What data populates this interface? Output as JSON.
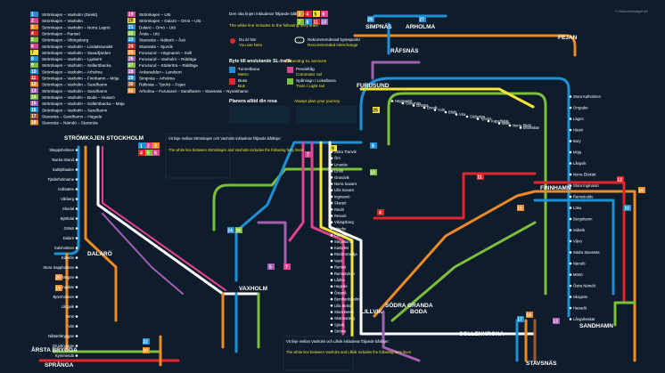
{
  "colors": {
    "background": "#0e1c2b",
    "red": "#e2262b",
    "orange": "#f08a24",
    "yellow": "#f6e43a",
    "green": "#7bbf3a",
    "blue": "#1e90d6",
    "pink": "#e0438f",
    "purple": "#a45fb3",
    "brown": "#a35a2a",
    "grey": "#9aa3ad",
    "white": "#ffffff"
  },
  "credit": "© Waxholmsbolaget AB",
  "legend": {
    "routes_left": [
      {
        "n": "1",
        "name": "Strömkajen – Vaxholm (Direkt)"
      },
      {
        "n": "2",
        "name": "Strömkajen – Vaxholm"
      },
      {
        "n": "3",
        "name": "Strömkajen – Vaxholm – Norra Lagnö"
      },
      {
        "n": "4",
        "name": "Strömkajen – Ramsö"
      },
      {
        "n": "5",
        "name": "Strömkajen – Vikingsborg"
      },
      {
        "n": "6",
        "name": "Strömkajen – Vaxholm – Lindalssundet"
      },
      {
        "n": "7",
        "name": "Strömkajen – Vaxholm – Saxarfjärden"
      },
      {
        "n": "8",
        "name": "Strömkajen – Vaxholm – Ljusterö"
      },
      {
        "n": "9",
        "name": "Strömkajen – Vaxholm – Solleröbacka"
      },
      {
        "n": "10",
        "name": "Strömkajen – Vaxholm – Arholma"
      },
      {
        "n": "11",
        "name": "Strömkajen – Vaxholm – Finnhamn – Möja"
      },
      {
        "n": "12",
        "name": "Strömkajen – Vaxholm – Sandhamn"
      },
      {
        "n": "13",
        "name": "Strömkajen – Vaxholm – Sandhamn"
      },
      {
        "n": "14",
        "name": "Strömkajen – Vaxholm – Boda – Husarö"
      },
      {
        "n": "15",
        "name": "Strömkajen – Vaxholm – Solleröbacka – Möja"
      },
      {
        "n": "16",
        "name": "Strömkajen – Vaxholm – Sandhamn"
      },
      {
        "n": "17",
        "name": "Stavsnäs – Sandhamn – Hagede"
      },
      {
        "n": "18",
        "name": "Stavsnäs – Nämdö – Stavsnäs"
      }
    ],
    "routes_mid": [
      {
        "n": "19",
        "name": "Strömkajen – Utö"
      },
      {
        "n": "20",
        "name": "Strömkajen – Dalarö – Ornö – Utö"
      },
      {
        "n": "21",
        "name": "Dalarö – Ornö – Utö"
      },
      {
        "n": "22",
        "name": "Årsta – Utö"
      },
      {
        "n": "23",
        "name": "Stavsnäs – Nättarö – Åsö"
      },
      {
        "n": "24",
        "name": "Stavsnäs – Sjurvik"
      },
      {
        "n": "25",
        "name": "Furusund – Högmarsö – Svill"
      },
      {
        "n": "26",
        "name": "Furusund – Vaxholm – Riddöga"
      },
      {
        "n": "27",
        "name": "Furusund – Söderöra – Riddöga"
      },
      {
        "n": "28",
        "name": "Ankaradden – Landsort"
      },
      {
        "n": "29",
        "name": "Simpnäs – Arholma"
      },
      {
        "n": "30",
        "name": "Räfsnäs – Tjockö – Fejan"
      },
      {
        "n": "31",
        "name": "Arholma – Furusund – Sandhamn – Stavsnäs – Nynäshamn"
      }
    ],
    "ferry_head": "Den vita linjen inkluderar följande båtlinjer:",
    "ferry_sub": "The white line includes to the following ferry lines:",
    "you_are_here": "Du är här",
    "you_are_here_en": "You are here",
    "interchange": "Rekommenderad bytespunkt",
    "interchange_en": "Recommended interchange",
    "connect_head": "Byte till anslutande SL-trafik",
    "connect_sub": "Connecting SL services",
    "metro": "Tunnelbana",
    "metro_en": "Metro",
    "bus": "Buss",
    "bus_en": "Bus",
    "commuter": "Pendeltåg",
    "commuter_en": "Commuter rail",
    "tram": "Spårvagn / Lokalbana",
    "tram_en": "Tram / Light rail",
    "plan_head": "Planera alltid din resa",
    "plan_sub": "Always plan your journey"
  },
  "hubs": {
    "stromkajen": "STRÖMKAJEN STOCKHOLM",
    "vaxholm": "VAXHOLM",
    "dalaro": "DALARÖ",
    "arsta_brygga": "ÅRSTA BRYGGA",
    "spranga": "SPRÅNGA",
    "furusund": "FURUSUND",
    "rafsnas": "RÅFSNÄS",
    "simpnas": "SIMPNÄS",
    "arholma": "ARHOLMA",
    "fejan": "FEJAN",
    "finnhamn": "FINNHAMN",
    "sandhamn": "SANDHAMN",
    "sollenkroka": "SOLLENKROKA",
    "stavsnas": "STAVSNÄS",
    "boda": "BODA",
    "lillvik": "LILLVIK",
    "sodra_granda": "SÖDRA GRANDA"
  },
  "notes": {
    "top": "Vit linje mellan Strömkajen och Vaxholm inkluderar följande båtlinjer:",
    "top_en": "The white line between Strömkajen and Vaxholm includes the following ferry lines:",
    "bottom": "Vit linje mellan Vaxholm och Lillvik inkluderar följande båtlinjer:",
    "bottom_en": "The white line between Vaxholm and Lillvik includes the following ferry lines:"
  },
  "stops": {
    "left": [
      "Skeppsholmen",
      "Nacka strand",
      "Saltsjöbaden",
      "Fjäderholmarna",
      "Kolbotten",
      "Vårberg",
      "Ekedal",
      "Björkdal",
      "Gräsö",
      "Dalarö",
      "Kalvholmen",
      "Edesön",
      "Stora Sappholmen",
      "Lillängen",
      "Ljungskär",
      "Björnholmen",
      "Långvik",
      "Ornö",
      "Utö",
      "Nåttaröbryggan",
      "Gruvbryggan",
      "Kymmendö"
    ],
    "center": [
      "Stora Tranvik",
      "Örn",
      "Linanäs",
      "Lindö",
      "Grundvik",
      "Norra Saxarö",
      "Lilla Saxarö",
      "Ingmarsö",
      "Skarpö",
      "Rindö",
      "Resarö",
      "Vikingsborg",
      "Ytterby",
      "Edholma",
      "Stegesund",
      "Kastellet",
      "Rindö smedja",
      "Vaxö",
      "Ramsö",
      "Ramsöviken",
      "Lådna",
      "Hagede",
      "Östanå",
      "Bernhardsholm",
      "Lilla Betsö",
      "Stora Betsö",
      "Skärmaräng",
      "Sjövik",
      "Ströms"
    ],
    "north": [
      "Högmarsö",
      "Östernäs",
      "Gröskä",
      "Brevik",
      "Yxlö",
      "Blidö",
      "Vira",
      "Söderöra",
      "Tjockö",
      "Kapellskär",
      "Mark",
      "Norra Blidö",
      "Bromskär"
    ],
    "east": [
      "Stora Kalholmen",
      "Orrgadet",
      "Lägnö",
      "Hästö",
      "Bory",
      "Möja",
      "Långvik",
      "Norra Ekskärt",
      "Stora Ingmarsö",
      "Ramsöudde",
      "Löka",
      "Bergshamn",
      "Sidsvik",
      "Vånö",
      "Södra Stavsnäs",
      "Nämdö",
      "Mörtö",
      "Östra Nämdö",
      "Skogsön",
      "Hasselö",
      "Långviksskär"
    ]
  }
}
